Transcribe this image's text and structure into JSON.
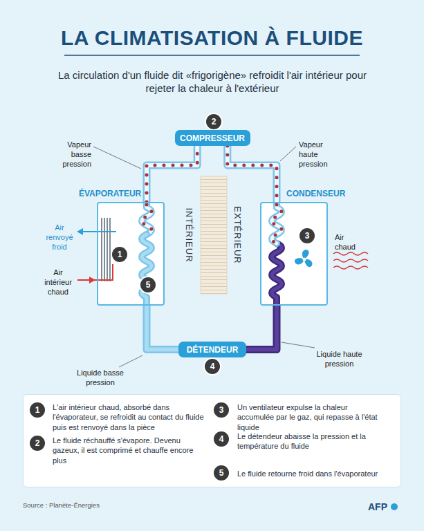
{
  "diagram": {
    "title": "LA CLIMATISATION À FLUIDE",
    "caption": "Source : Planète-Énergies",
    "nodes": [
      {
        "text": [
          "COMPRESSEUR"
        ]
      },
      {
        "text": [
          "ÉVAPORATEUR"
        ]
      },
      {
        "text": [
          "CONDENSEUR"
        ]
      },
      {
        "text": [
          "DÉTENDEUR"
        ]
      },
      {
        "text": [
          "L'air intérieur chaud, absorbé dans l'évaporateur, se refroidit au contact du fluide puis est renvoyé dans la pièce",
          "Le fluide réchauffé s'évapore. Devenu gazeux, il est comprimé et chauffe encore plus",
          "Un ventilateur expulse la chaleur accumulée par le gaz, qui repasse à l'état liquide",
          "Le détendeur abaisse la pression et la température du fluide",
          "Le fluide retourne froid dans l'évaporateur"
        ]
      }
    ],
    "edges": [
      {
        "from": 1,
        "to": 0,
        "arrow": "none"
      },
      {
        "from": 0,
        "to": 2,
        "arrow": "none"
      },
      {
        "from": 2,
        "to": 3,
        "arrow": "none"
      },
      {
        "from": 3,
        "to": 1,
        "arrow": "none"
      }
    ],
    "labels": [
      "La circulation d'un fluide dit «frigorigène» refroidit l'air intérieur pour rejeter la chaleur à l'extérieur",
      "Vapeur basse pression",
      "Vapeur haute pression",
      "2",
      "Air renvoyé froid",
      "1",
      "Air intérieur chaud",
      "5",
      "INTÉRIEUR",
      "EXTÉRIEUR",
      "3",
      "Air chaud",
      "Liquide basse pression",
      "Liquide haute pression",
      "4",
      "1",
      "2",
      "3",
      "4",
      "5",
      "AFP"
    ]
  }
}
